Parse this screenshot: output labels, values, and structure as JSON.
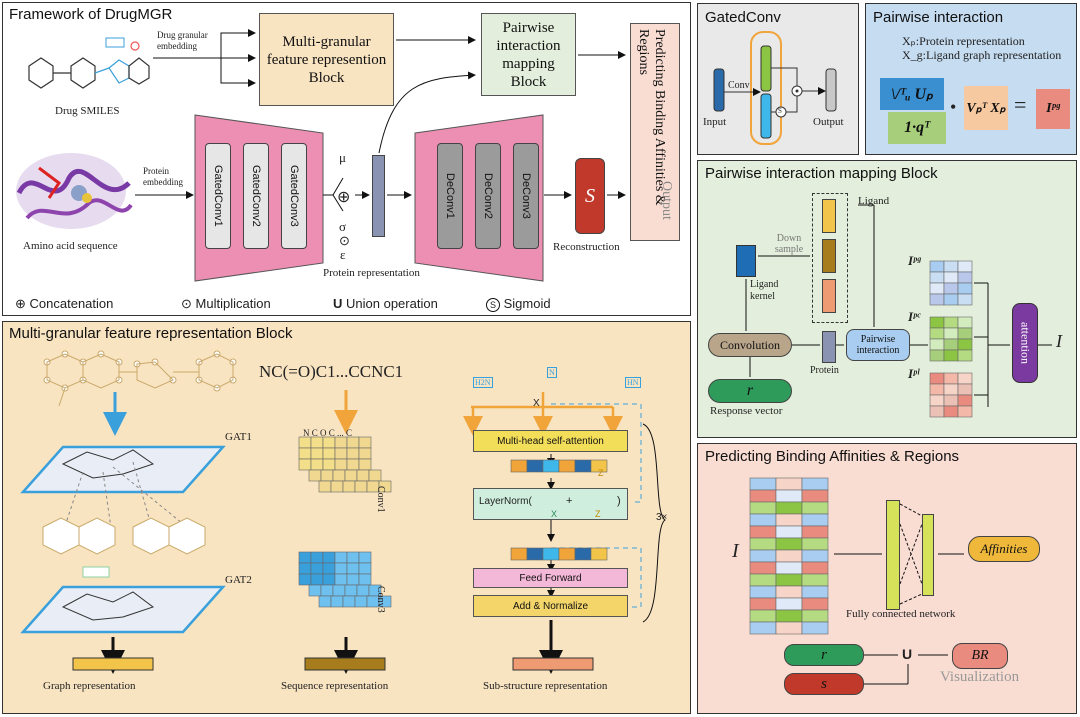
{
  "framework": {
    "title": "Framework of DrugMGR",
    "drug_embed": "Drug granular embedding",
    "drug_smiles": "Drug SMILES",
    "protein_embed": "Protein embedding",
    "amino": "Amino acid sequence",
    "mgfr_block": "Multi-granular feature represention Block",
    "pim_block": "Pairwise interaction mapping Block",
    "predict_block": "Predicting Binding Affinities & Regions",
    "output": "Output",
    "encoders": [
      "GatedConv1",
      "GatedConv2",
      "GatedConv3"
    ],
    "decoders": [
      "DeConv1",
      "DeConv2",
      "DeConv3"
    ],
    "mu": "μ",
    "plus": "⊕",
    "sigma": "σ",
    "odot": "⊙",
    "eps": "ε",
    "s_label": "S",
    "reconstruction": "Reconstruction",
    "protein_rep": "Protein representation",
    "legend": {
      "concat": "Concatenation",
      "mult": "Multiplication",
      "union_sym": "U",
      "union": "Union operation",
      "sig_sym": "S",
      "sigmoid": "Sigmoid"
    }
  },
  "gatedconv": {
    "title": "GatedConv",
    "conv": "Conv",
    "input": "Input",
    "output": "Output",
    "s": "S"
  },
  "pairwise": {
    "title": "Pairwise interaction",
    "xp": "Xₚ:Protein representation",
    "xg": "X_g:Ligand graph representation",
    "eq1": "\\/ᵀᵤ Uₚ",
    "eq2": "1·qᵀ",
    "dot": "•",
    "eq3": "Vₚᵀ Xₚ",
    "eq4": "Iᵖᵍ"
  },
  "pim": {
    "title": "Pairwise interaction mapping Block",
    "ligand": "Ligand",
    "down": "Down sample",
    "ligand_kernel": "Ligand kernel",
    "convolution": "Convolution",
    "protein": "Protein",
    "pairwise_interaction": "Pairwise interaction",
    "r": "r",
    "response": "Response vector",
    "ipg": "Iᵖᵍ",
    "ipc": "Iᵖᶜ",
    "ipl": "Iᵖˡ",
    "attention": "attention",
    "I": "I"
  },
  "predict": {
    "title": "Predicting Binding Affinities & Regions",
    "I": "I",
    "fcn": "Fully connected network",
    "affinities": "Affinities",
    "r": "r",
    "s": "s",
    "u": "U",
    "br": "BR",
    "viz": "Visualization"
  },
  "mgfr": {
    "title": "Multi-granular feature representation Block",
    "gat1": "GAT1",
    "gat2": "GAT2",
    "graph_rep": "Graph representation",
    "smiles": "NC(=O)C1...CCNC1",
    "seq_header": "N C O C ... C",
    "conv1": "Conv1",
    "conv3": "Conv3",
    "seq_rep": "Sequence representation",
    "x": "X",
    "z": "Z",
    "mhsa": "Multi-head self-attention",
    "layernorm": "LayerNorm(",
    "plus": "+",
    "close": ")",
    "ff": "Feed Forward",
    "addnorm": "Add & Normalize",
    "times": "3×",
    "sub_rep": "Sub-structure representation",
    "frag_h2n": "H2N",
    "frag_hn": "HN",
    "frag_n": "N"
  },
  "colors": {
    "mgfr_bg": "#f9e4c2",
    "pim_bg": "#e3efdc",
    "predict_bg": "#f9ddd3",
    "pairwise_bg": "#c5dcf1",
    "gated_bg": "#e9e9e9",
    "encoder": "#ec8fb3",
    "accent_orange": "#f0a43a",
    "accent_blue": "#5aaee2"
  }
}
